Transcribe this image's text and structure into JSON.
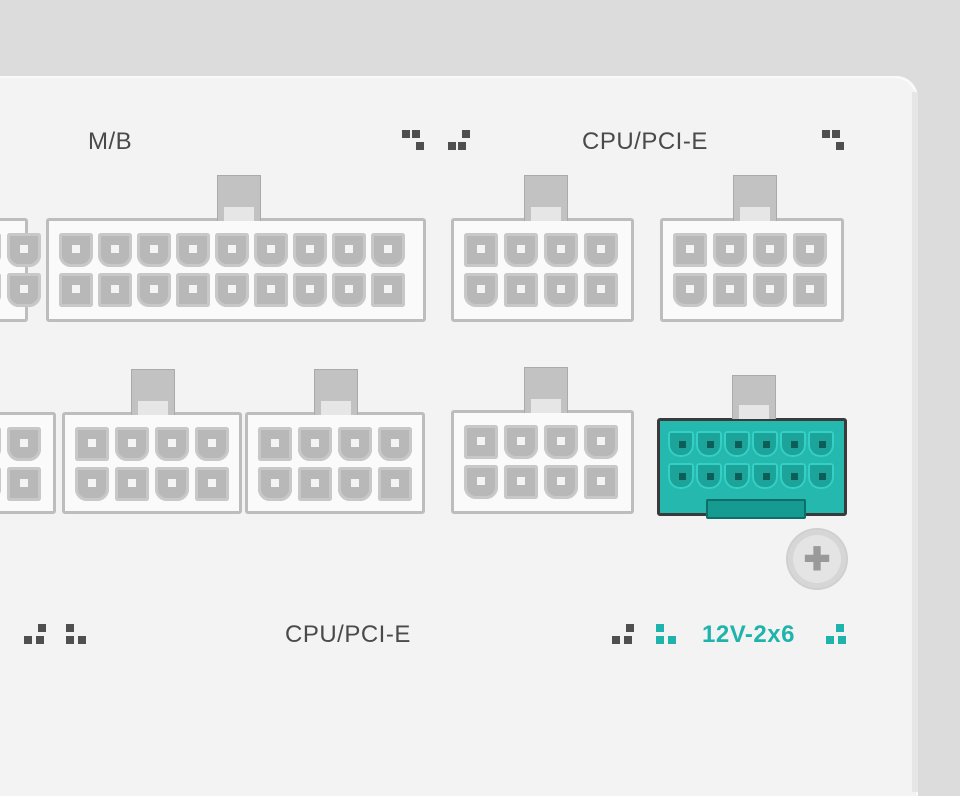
{
  "labels": {
    "mb": "M/B",
    "cpu_pcie_top": "CPU/PCI-E",
    "cpu_pcie_bottom": "CPU/PCI-E",
    "highpower": "12V-2x6"
  },
  "icons": {
    "screw": "plus-screw-icon"
  },
  "colors": {
    "accent": "#1fb4ab",
    "panel": "#f3f3f3",
    "pin": "#b8b8b8"
  }
}
